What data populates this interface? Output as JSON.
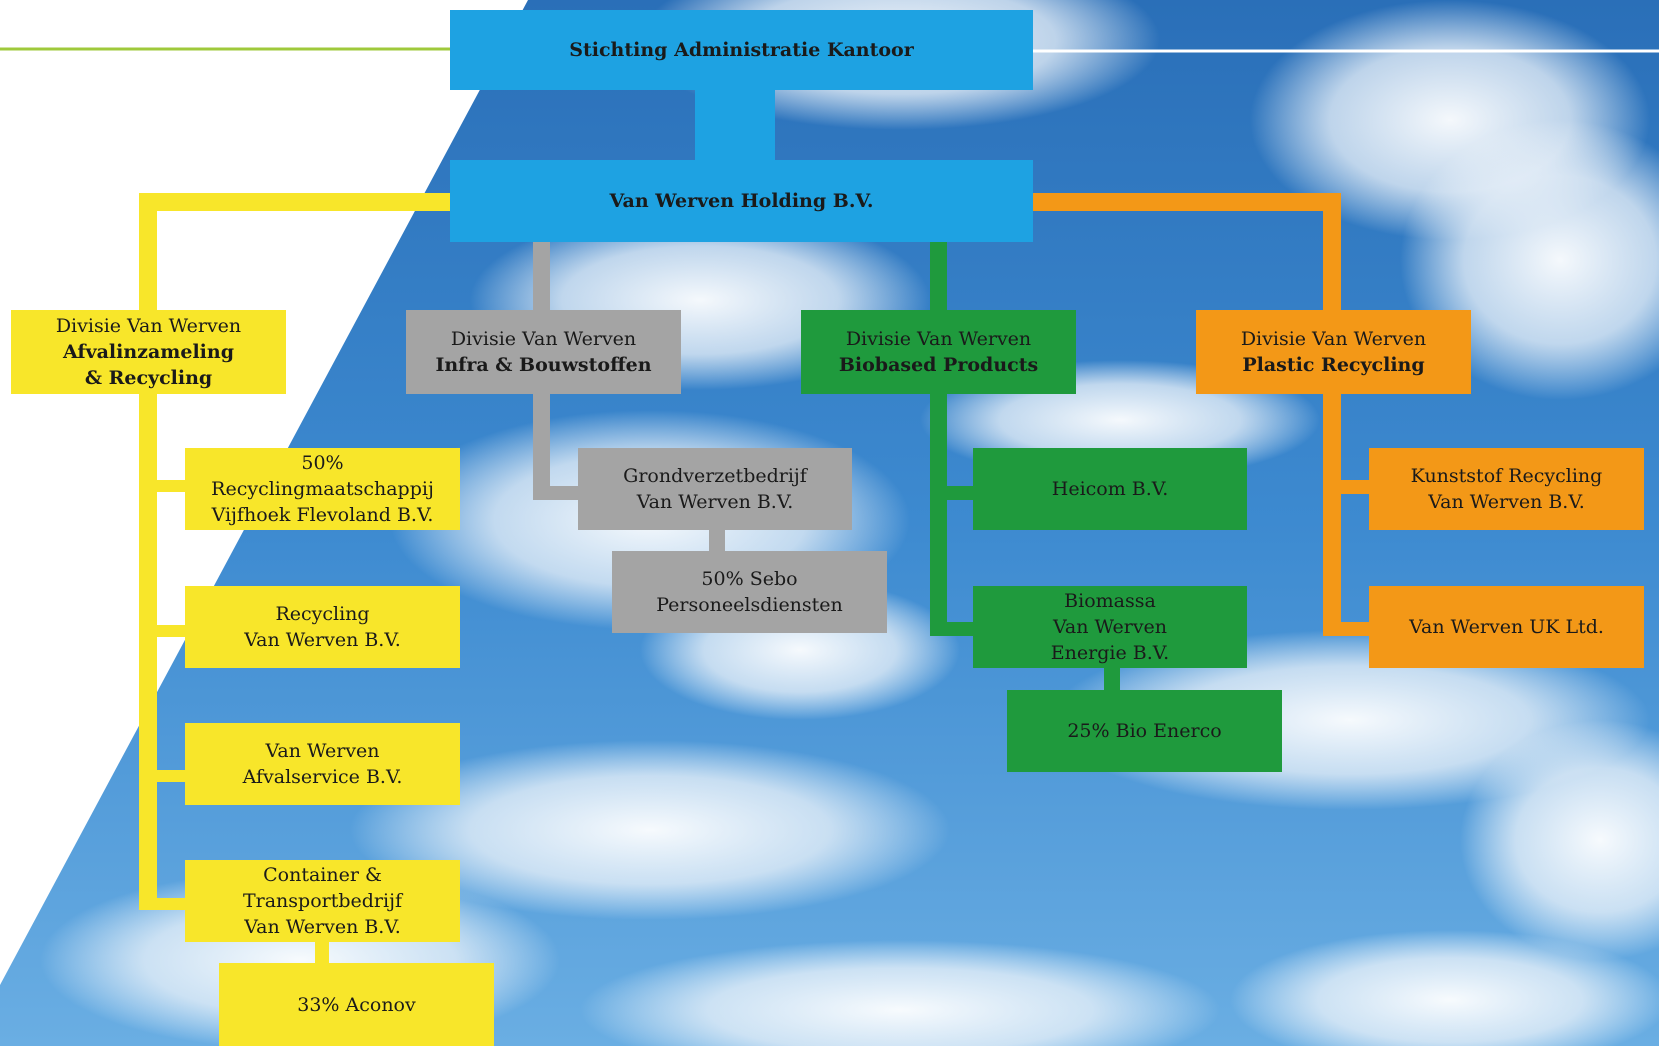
{
  "colors": {
    "blue": "#1ea2e2",
    "yellow": "#f8e62a",
    "grey": "#a4a4a4",
    "green": "#1f9a3d",
    "orange": "#f39817",
    "rule": "#9fc93b"
  },
  "top": {
    "stichting": "Stichting Administratie Kantoor",
    "holding": "Van Werven Holding B.V."
  },
  "divisions": {
    "afval": {
      "line1": "Divisie Van Werven",
      "line2": "Afvalinzameling",
      "line3": "& Recycling"
    },
    "infra": {
      "line1": "Divisie Van Werven",
      "line2": "Infra & Bouwstoffen"
    },
    "biobased": {
      "line1": "Divisie Van Werven",
      "line2": "Biobased Products"
    },
    "plastic": {
      "line1": "Divisie Van Werven",
      "line2": "Plastic Recycling"
    }
  },
  "afval_units": {
    "vijfhoek": {
      "line1": "50%",
      "line2": "Recyclingmaatschappij",
      "line3": "Vijfhoek Flevoland B.V."
    },
    "recycling": {
      "line1": "Recycling",
      "line2": "Van Werven B.V."
    },
    "afvalservice": {
      "line1": "Van Werven",
      "line2": "Afvalservice B.V."
    },
    "container": {
      "line1": "Container &",
      "line2": "Transportbedrijf",
      "line3": "Van Werven B.V."
    },
    "aconov": {
      "line1": "33% Aconov"
    }
  },
  "infra_units": {
    "grondverzet": {
      "line1": "Grondverzetbedrijf",
      "line2": "Van Werven B.V."
    },
    "sebo": {
      "line1": "50% Sebo",
      "line2": "Personeelsdiensten"
    }
  },
  "biobased_units": {
    "heicom": {
      "line1": "Heicom B.V."
    },
    "biomassa": {
      "line1": "Biomassa",
      "line2": "Van Werven",
      "line3": "Energie B.V."
    },
    "bioenerco": {
      "line1": "25% Bio Enerco"
    }
  },
  "plastic_units": {
    "kunststof": {
      "line1": "Kunststof Recycling",
      "line2": "Van Werven B.V."
    },
    "uk": {
      "line1": "Van Werven UK Ltd."
    }
  }
}
